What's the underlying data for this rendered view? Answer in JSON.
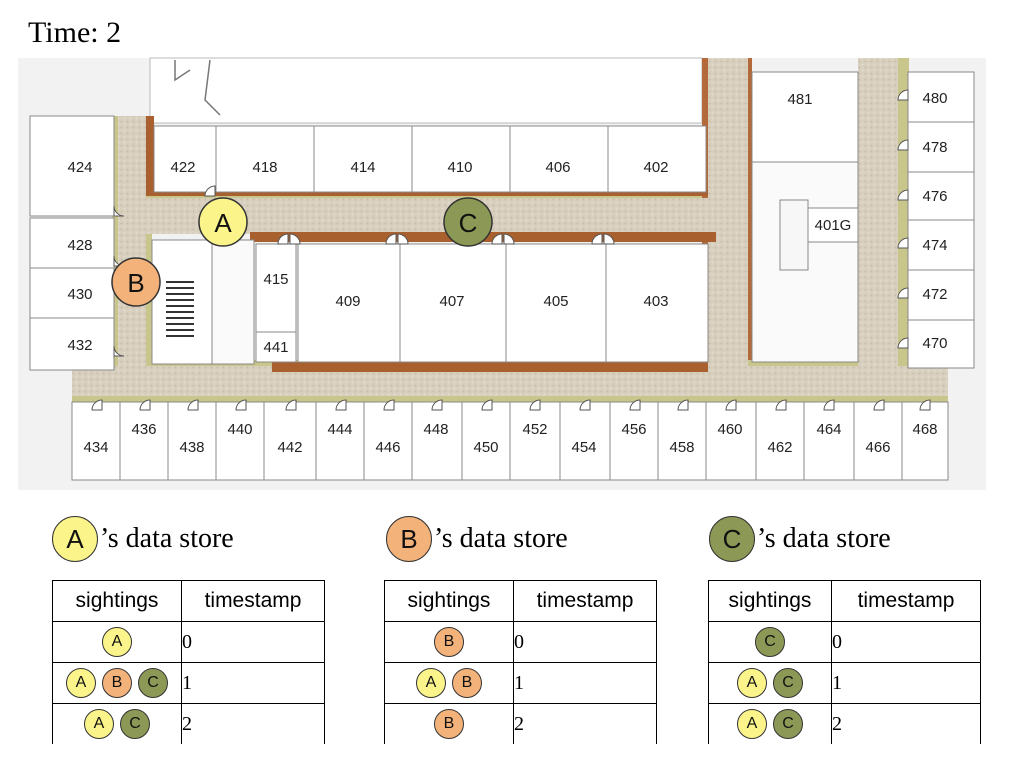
{
  "title": "Time: 2",
  "colors": {
    "A": "#faf48a",
    "B": "#f3b27a",
    "C": "#8c9956"
  },
  "floorplan": {
    "agents": [
      {
        "id": "A",
        "label": "A"
      },
      {
        "id": "B",
        "label": "B"
      },
      {
        "id": "C",
        "label": "C"
      }
    ],
    "rooms": {
      "top_row": [
        "424",
        "422",
        "418",
        "414",
        "410",
        "406",
        "402"
      ],
      "left_col": [
        "428",
        "430",
        "432"
      ],
      "middle_row": [
        "415",
        "441",
        "409",
        "407",
        "405",
        "403"
      ],
      "right_col": [
        "480",
        "478",
        "476",
        "474",
        "472",
        "470"
      ],
      "upper_right": [
        "481",
        "401G"
      ],
      "bottom_low": [
        "434",
        "438",
        "442",
        "446",
        "450",
        "454",
        "458",
        "462",
        "466"
      ],
      "bottom_high": [
        "436",
        "440",
        "444",
        "448",
        "452",
        "456",
        "460",
        "464",
        "468"
      ]
    }
  },
  "stores": [
    {
      "owner": "A",
      "suffix": "’s data store",
      "headers": [
        "sightings",
        "timestamp"
      ],
      "rows": [
        {
          "sightings": [
            "A"
          ],
          "timestamp": "0"
        },
        {
          "sightings": [
            "A",
            "B",
            "C"
          ],
          "timestamp": "1"
        },
        {
          "sightings": [
            "A",
            "C"
          ],
          "timestamp": "2"
        }
      ]
    },
    {
      "owner": "B",
      "suffix": "’s data store",
      "headers": [
        "sightings",
        "timestamp"
      ],
      "rows": [
        {
          "sightings": [
            "B"
          ],
          "timestamp": "0"
        },
        {
          "sightings": [
            "A",
            "B"
          ],
          "timestamp": "1"
        },
        {
          "sightings": [
            "B"
          ],
          "timestamp": "2"
        }
      ]
    },
    {
      "owner": "C",
      "suffix": "’s data store",
      "headers": [
        "sightings",
        "timestamp"
      ],
      "rows": [
        {
          "sightings": [
            "C"
          ],
          "timestamp": "0"
        },
        {
          "sightings": [
            "A",
            "C"
          ],
          "timestamp": "1"
        },
        {
          "sightings": [
            "A",
            "C"
          ],
          "timestamp": "2"
        }
      ]
    }
  ]
}
